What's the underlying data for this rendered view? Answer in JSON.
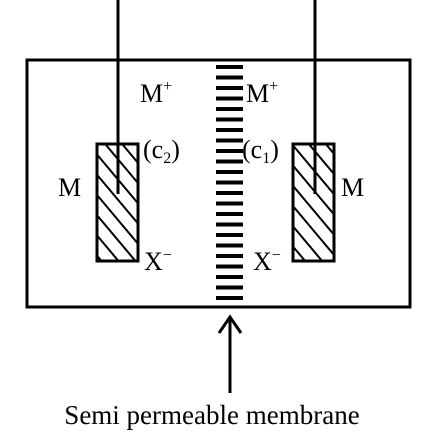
{
  "diagram": {
    "left_half_cell": {
      "electrode_label": "M",
      "cation": {
        "base": "M",
        "charge": "+"
      },
      "concentration": {
        "open": "(c",
        "subscript": "2",
        "close": ")"
      },
      "anion": {
        "base": "X",
        "charge": "−"
      }
    },
    "right_half_cell": {
      "electrode_label": "M",
      "cation": {
        "base": "M",
        "charge": "+"
      },
      "concentration": {
        "open": "(c",
        "subscript": "1",
        "close": ")"
      },
      "anion": {
        "base": "X",
        "charge": "−"
      }
    },
    "membrane_label": "Semi permeable membrane"
  },
  "colors": {
    "ink": "#000000",
    "background": "#ffffff"
  }
}
